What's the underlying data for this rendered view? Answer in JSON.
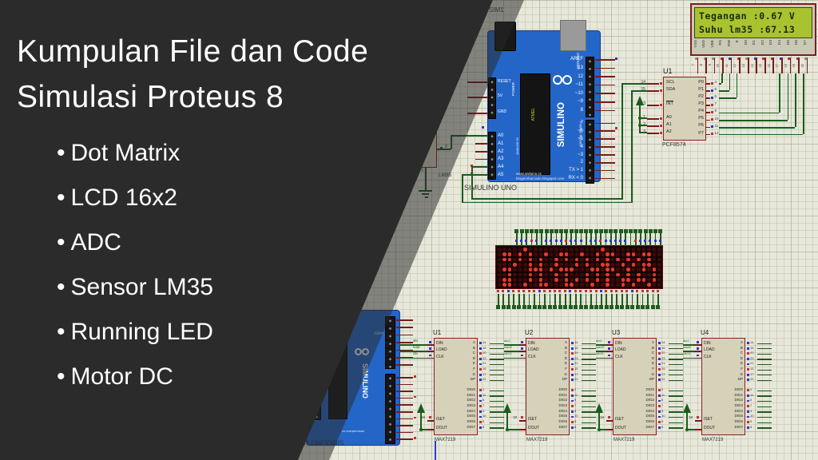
{
  "overlay": {
    "title_line1": "Kumpulan File dan Code",
    "title_line2": "Simulasi Proteus 8",
    "bullets": [
      "Dot Matrix",
      "LCD 16x2",
      "ADC",
      "Sensor LM35",
      "Running LED",
      "Motor DC"
    ]
  },
  "lcd": {
    "line1": "Tegangan :0.67 V",
    "line2": "Suhu lm35 :67.13",
    "pins": [
      "VSS",
      "VDD",
      "VEE",
      "RS",
      "RW",
      "E",
      "D0",
      "D1",
      "D2",
      "D3",
      "D4",
      "D5",
      "D6",
      "D7"
    ],
    "pin_numbers": [
      "7",
      "8",
      "9",
      "10",
      "11",
      "12",
      "13",
      "14",
      "15",
      "16",
      "17",
      "18",
      "19",
      "20"
    ]
  },
  "arduino_top": {
    "ref": "SIM1",
    "caption": "SIMULINO UNO",
    "brand": "SIMULINO",
    "logo_text": "ARDUINO",
    "mcu_text": "ATMEL",
    "url_line1": "www.arduino.cc",
    "url_line2": "blogembarcado.blogspot.com",
    "power_pins": [
      "RESET",
      "5V",
      "GND"
    ],
    "power_label": "POWER",
    "analog_pins": [
      "A0",
      "A1",
      "A2",
      "A3",
      "A4",
      "A5"
    ],
    "analog_label": "ANALOG IN",
    "digital_label": "DIGITAL (PWM~)",
    "right_pins_top": [
      "AREF",
      "13",
      "12",
      "~11",
      "~10",
      "~9",
      "8"
    ],
    "right_pins_bottom": [
      "7",
      "~6",
      "~5",
      "4",
      "~3",
      "2",
      "TX > 1",
      "RX < 0"
    ]
  },
  "arduino_bottom": {
    "caption": "SIMULINO UNO",
    "brand": "SIMULINO",
    "aref_label": "AREF",
    "url_line1": "www.arduino.cc"
  },
  "pcf8574": {
    "ref": "U1",
    "part": "PCF8574",
    "left_pins": [
      {
        "name": "SCL",
        "num": "14"
      },
      {
        "name": "SDA",
        "num": "15"
      },
      {
        "name": "INT",
        "num": "13"
      },
      {
        "name": "A0",
        "num": "1"
      },
      {
        "name": "A1",
        "num": "2"
      },
      {
        "name": "A2",
        "num": "3"
      }
    ],
    "right_pins": [
      {
        "name": "P0",
        "num": "4"
      },
      {
        "name": "P1",
        "num": "5"
      },
      {
        "name": "P2",
        "num": "6"
      },
      {
        "name": "P3",
        "num": "7"
      },
      {
        "name": "P4",
        "num": "9"
      },
      {
        "name": "P5",
        "num": "10"
      },
      {
        "name": "P6",
        "num": "11"
      },
      {
        "name": "P7",
        "num": "12"
      }
    ]
  },
  "lm35": {
    "part": "LM35",
    "vout_label": "UT",
    "pin2": "2",
    "pin3": "3"
  },
  "dot_matrix": {
    "rows": 8,
    "cols": 32,
    "pattern": [
      "00000100000000000000100000000000",
      "01101010010011001001011001101100",
      "01101010100101010101010101010100",
      "00010010100100010100110010101100",
      "01100011101011100011011001001010",
      "00100010100101000101010101010010",
      "01100010100101010101010011011010",
      "01100100110001100010010010100100"
    ]
  },
  "max7219": {
    "part": "MAX7219",
    "refs": [
      "U1",
      "U2",
      "U3",
      "U4"
    ],
    "left_top_pins": [
      {
        "name": "DIN",
        "num": "1"
      },
      {
        "name": "LOAD",
        "num": "12"
      },
      {
        "name": "CLK",
        "num": "13"
      }
    ],
    "left_bottom_pins": [
      {
        "name": "ISET",
        "num": "18"
      },
      {
        "name": "DOUT",
        "num": "24"
      }
    ],
    "seg_pins": [
      {
        "name": "A",
        "num": "14"
      },
      {
        "name": "B",
        "num": "16"
      },
      {
        "name": "C",
        "num": "20"
      },
      {
        "name": "D",
        "num": "23"
      },
      {
        "name": "E",
        "num": "21"
      },
      {
        "name": "F",
        "num": "15"
      },
      {
        "name": "G",
        "num": "17"
      },
      {
        "name": "DP",
        "num": "22"
      }
    ],
    "dig_pins": [
      {
        "name": "DIG0",
        "num": "2"
      },
      {
        "name": "DIG1",
        "num": "11"
      },
      {
        "name": "DIG2",
        "num": "6"
      },
      {
        "name": "DIG3",
        "num": "7"
      },
      {
        "name": "DIG4",
        "num": "3"
      },
      {
        "name": "DIG5",
        "num": "10"
      },
      {
        "name": "DIG6",
        "num": "5"
      },
      {
        "name": "DIG7",
        "num": "8"
      }
    ],
    "iset_net": "18",
    "cascade_labels": [
      "din2",
      "load2",
      "clk13"
    ],
    "input_labels": [
      "din",
      "load",
      "clk"
    ]
  },
  "colors": {
    "board_blue": "#2466c8",
    "lcd_green": "#a9c22f",
    "chip_beige": "#d6d2ba",
    "chip_border": "#8b2020",
    "wire_green": "#1b5c1b",
    "stub_red": "#7a1a1a",
    "dot_lit": "#e8392b",
    "dot_off": "#3d0a0a",
    "state_red": "#c23030",
    "state_blue": "#2b35d0",
    "overlay_dark": "#2b2b2b"
  }
}
